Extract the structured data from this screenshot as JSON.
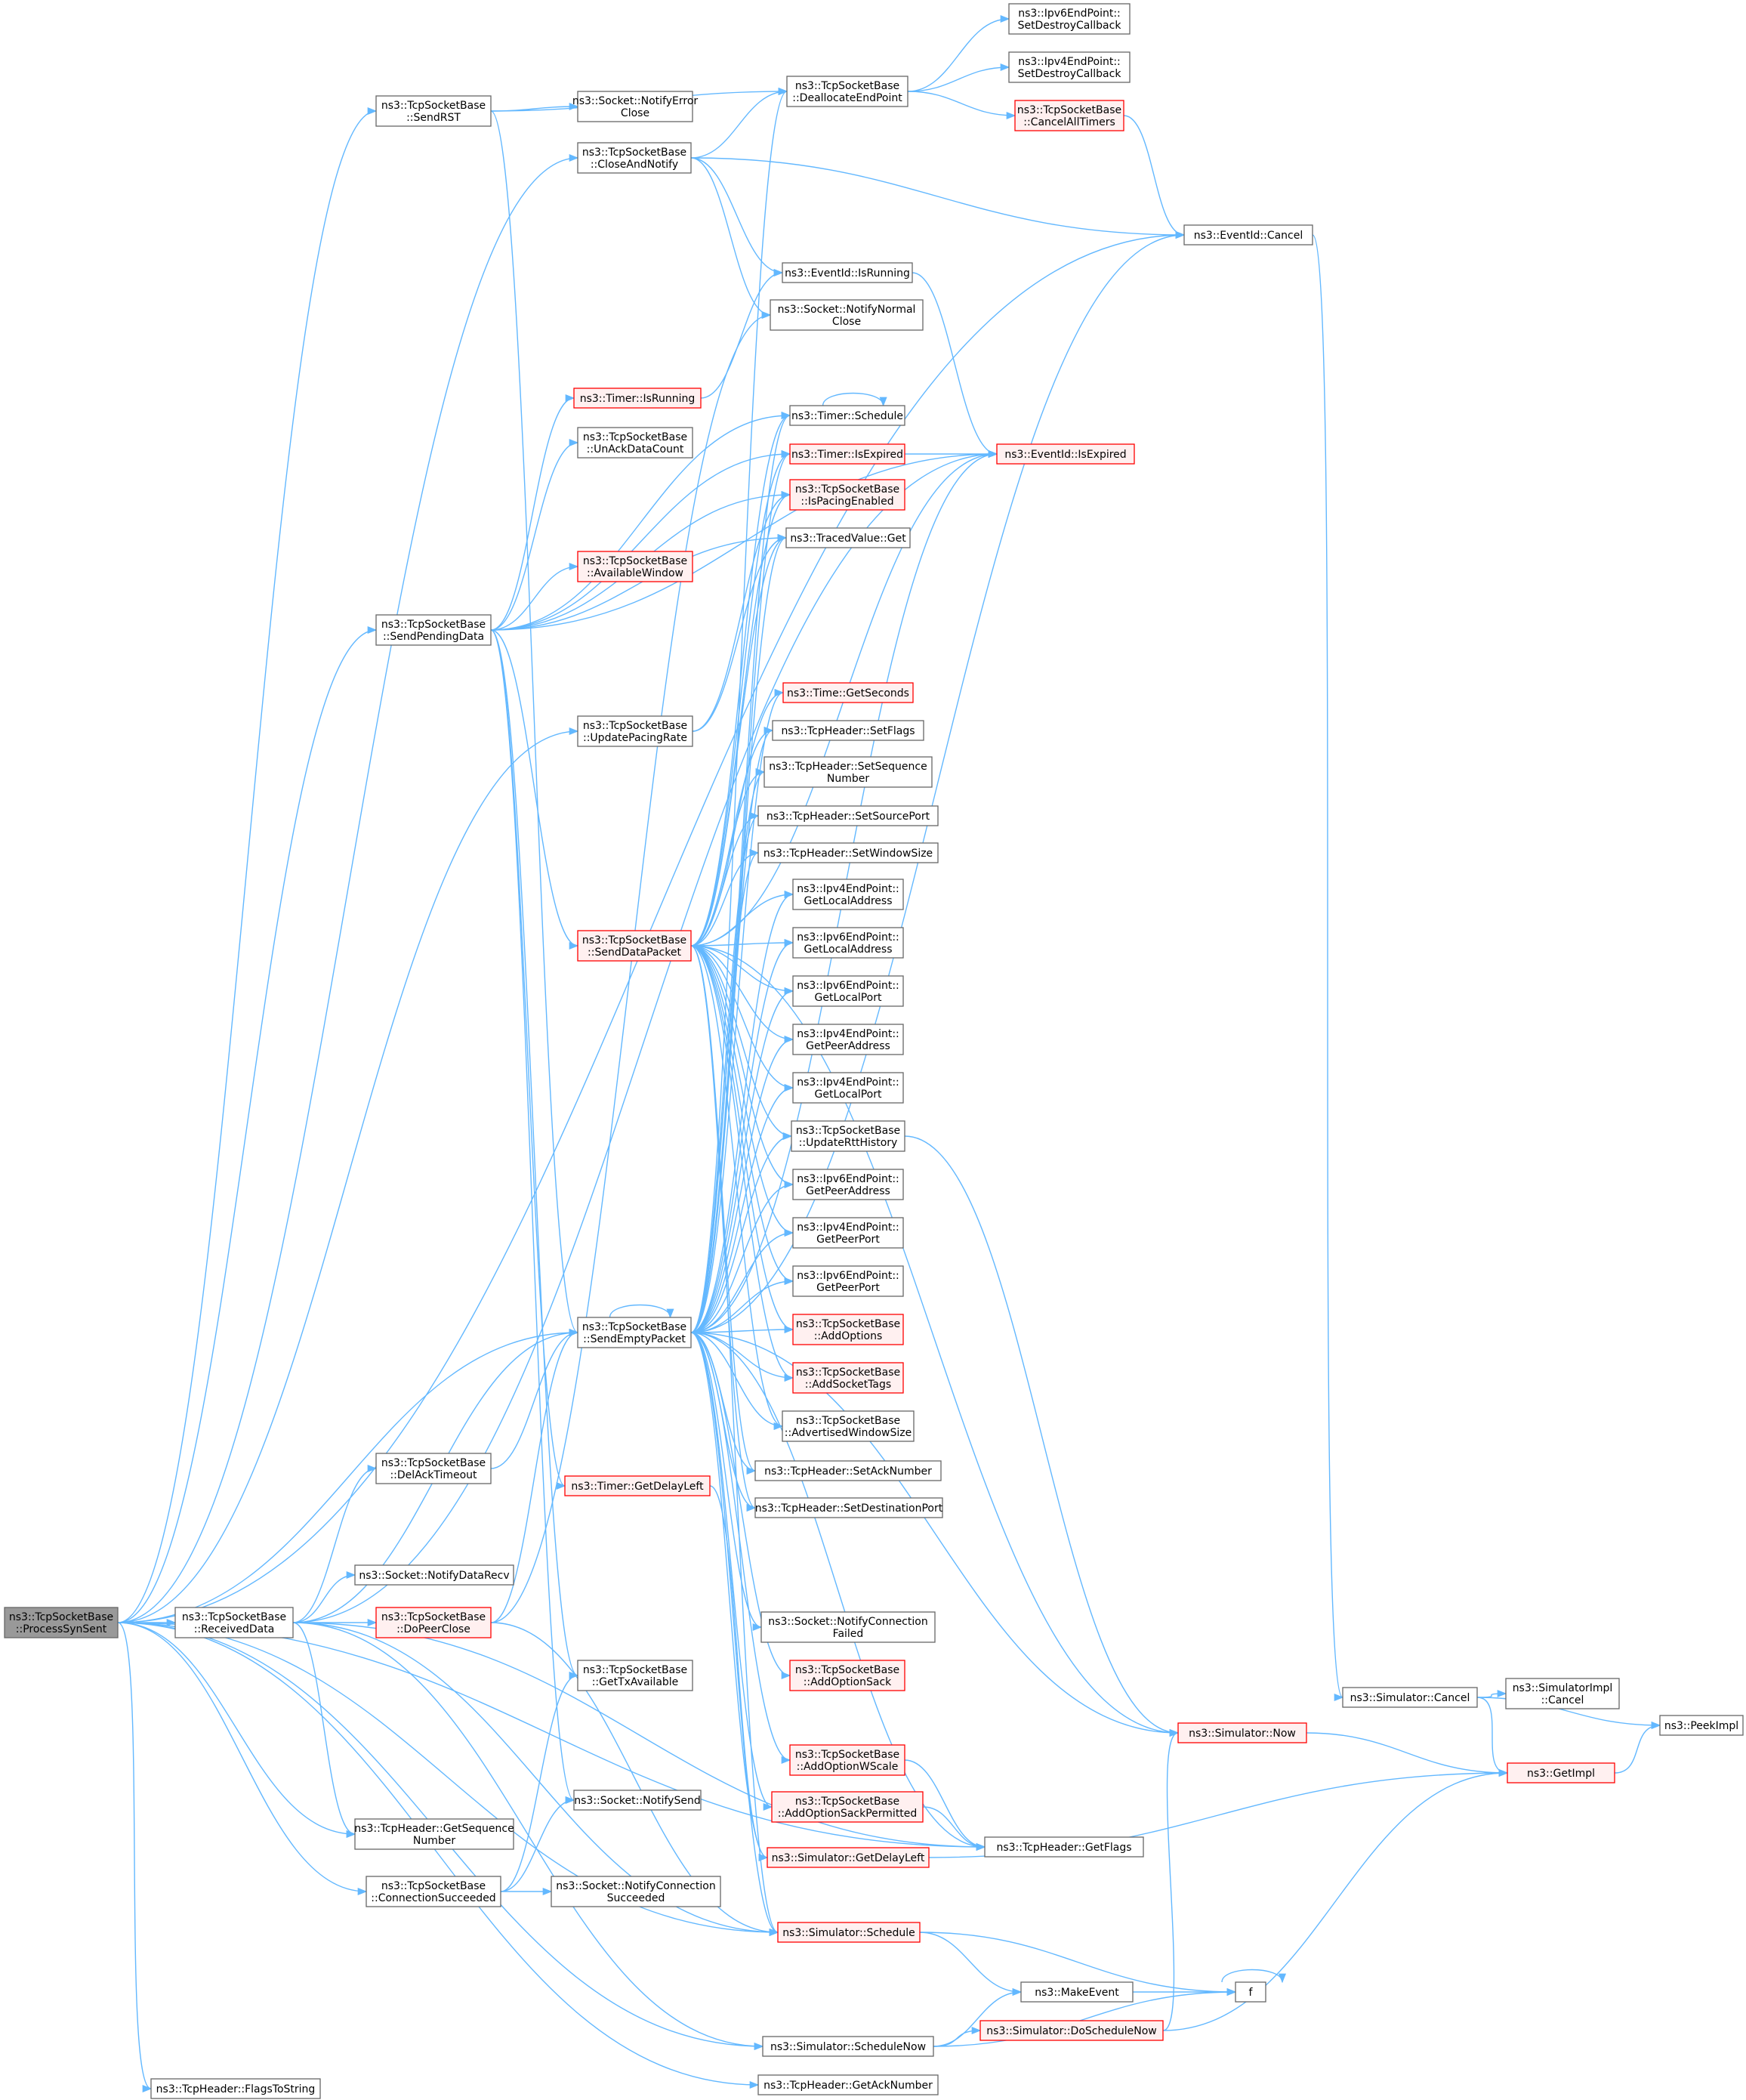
{
  "colors": {
    "edge": "#63b8ff",
    "node_border": "#666666",
    "node_border_highlight": "#ff0000",
    "node_fill": "#ffffff",
    "node_fill_highlight": "#fff0f0",
    "root_fill": "#999999"
  },
  "nodes": [
    {
      "id": "ProcessSynSent",
      "lines": [
        "ns3::TcpSocketBase",
        "::ProcessSynSent"
      ],
      "style": "root"
    },
    {
      "id": "SendRST",
      "lines": [
        "ns3::TcpSocketBase",
        "::SendRST"
      ],
      "style": "normal"
    },
    {
      "id": "CloseAndNotify",
      "lines": [
        "ns3::TcpSocketBase",
        "::CloseAndNotify"
      ],
      "style": "normal"
    },
    {
      "id": "SendPendingData",
      "lines": [
        "ns3::TcpSocketBase",
        "::SendPendingData"
      ],
      "style": "normal"
    },
    {
      "id": "UpdatePacingRate",
      "lines": [
        "ns3::TcpSocketBase",
        "::UpdatePacingRate"
      ],
      "style": "normal"
    },
    {
      "id": "ReceivedData",
      "lines": [
        "ns3::TcpSocketBase",
        "::ReceivedData"
      ],
      "style": "normal"
    },
    {
      "id": "SendEmptyPacket",
      "lines": [
        "ns3::TcpSocketBase",
        "::SendEmptyPacket"
      ],
      "style": "normal"
    },
    {
      "id": "DelAckTimeout",
      "lines": [
        "ns3::TcpSocketBase",
        "::DelAckTimeout"
      ],
      "style": "normal"
    },
    {
      "id": "NotifyDataRecv",
      "lines": [
        "ns3::Socket::NotifyDataRecv"
      ],
      "style": "normal"
    },
    {
      "id": "DoPeerClose",
      "lines": [
        "ns3::TcpSocketBase",
        "::DoPeerClose"
      ],
      "style": "red"
    },
    {
      "id": "GetTxAvailable",
      "lines": [
        "ns3::TcpSocketBase",
        "::GetTxAvailable"
      ],
      "style": "normal"
    },
    {
      "id": "NotifySend",
      "lines": [
        "ns3::Socket::NotifySend"
      ],
      "style": "normal"
    },
    {
      "id": "GetSequenceNumber",
      "lines": [
        "ns3::TcpHeader::GetSequence",
        "Number"
      ],
      "style": "normal"
    },
    {
      "id": "ConnectionSucceeded",
      "lines": [
        "ns3::TcpSocketBase",
        "::ConnectionSucceeded"
      ],
      "style": "normal"
    },
    {
      "id": "NotifyConnectionSucceeded",
      "lines": [
        "ns3::Socket::NotifyConnection",
        "Succeeded"
      ],
      "style": "normal"
    },
    {
      "id": "FlagsToString",
      "lines": [
        "ns3::TcpHeader::FlagsToString"
      ],
      "style": "normal"
    },
    {
      "id": "NotifyErrorClose",
      "lines": [
        "ns3::Socket::NotifyError",
        "Close"
      ],
      "style": "normal"
    },
    {
      "id": "TimerIsRunning",
      "lines": [
        "ns3::Timer::IsRunning"
      ],
      "style": "red"
    },
    {
      "id": "UnAckDataCount",
      "lines": [
        "ns3::TcpSocketBase",
        "::UnAckDataCount"
      ],
      "style": "normal"
    },
    {
      "id": "AvailableWindow",
      "lines": [
        "ns3::TcpSocketBase",
        "::AvailableWindow"
      ],
      "style": "red"
    },
    {
      "id": "SendDataPacket",
      "lines": [
        "ns3::TcpSocketBase",
        "::SendDataPacket"
      ],
      "style": "red"
    },
    {
      "id": "TimerGetDelayLeft",
      "lines": [
        "ns3::Timer::GetDelayLeft"
      ],
      "style": "red"
    },
    {
      "id": "DeallocateEndPoint",
      "lines": [
        "ns3::TcpSocketBase",
        "::DeallocateEndPoint"
      ],
      "style": "normal"
    },
    {
      "id": "EventIdIsRunning",
      "lines": [
        "ns3::EventId::IsRunning"
      ],
      "style": "normal"
    },
    {
      "id": "NotifyNormalClose",
      "lines": [
        "ns3::Socket::NotifyNormal",
        "Close"
      ],
      "style": "normal"
    },
    {
      "id": "TimerSchedule",
      "lines": [
        "ns3::Timer::Schedule"
      ],
      "style": "normal"
    },
    {
      "id": "TimerIsExpired",
      "lines": [
        "ns3::Timer::IsExpired"
      ],
      "style": "red"
    },
    {
      "id": "IsPacingEnabled",
      "lines": [
        "ns3::TcpSocketBase",
        "::IsPacingEnabled"
      ],
      "style": "red"
    },
    {
      "id": "TracedValueGet",
      "lines": [
        "ns3::TracedValue::Get"
      ],
      "style": "normal"
    },
    {
      "id": "TimeGetSeconds",
      "lines": [
        "ns3::Time::GetSeconds"
      ],
      "style": "red"
    },
    {
      "id": "SetFlags",
      "lines": [
        "ns3::TcpHeader::SetFlags"
      ],
      "style": "normal"
    },
    {
      "id": "SetSequenceNumber",
      "lines": [
        "ns3::TcpHeader::SetSequence",
        "Number"
      ],
      "style": "normal"
    },
    {
      "id": "SetSourcePort",
      "lines": [
        "ns3::TcpHeader::SetSourcePort"
      ],
      "style": "normal"
    },
    {
      "id": "SetWindowSize",
      "lines": [
        "ns3::TcpHeader::SetWindowSize"
      ],
      "style": "normal"
    },
    {
      "id": "Ipv4GetLocalAddress",
      "lines": [
        "ns3::Ipv4EndPoint::",
        "GetLocalAddress"
      ],
      "style": "normal"
    },
    {
      "id": "Ipv6GetLocalAddress",
      "lines": [
        "ns3::Ipv6EndPoint::",
        "GetLocalAddress"
      ],
      "style": "normal"
    },
    {
      "id": "Ipv6GetLocalPort",
      "lines": [
        "ns3::Ipv6EndPoint::",
        "GetLocalPort"
      ],
      "style": "normal"
    },
    {
      "id": "Ipv4GetPeerAddress",
      "lines": [
        "ns3::Ipv4EndPoint::",
        "GetPeerAddress"
      ],
      "style": "normal"
    },
    {
      "id": "Ipv4GetLocalPort",
      "lines": [
        "ns3::Ipv4EndPoint::",
        "GetLocalPort"
      ],
      "style": "normal"
    },
    {
      "id": "UpdateRttHistory",
      "lines": [
        "ns3::TcpSocketBase",
        "::UpdateRttHistory"
      ],
      "style": "normal"
    },
    {
      "id": "Ipv6GetPeerAddress",
      "lines": [
        "ns3::Ipv6EndPoint::",
        "GetPeerAddress"
      ],
      "style": "normal"
    },
    {
      "id": "Ipv4GetPeerPort",
      "lines": [
        "ns3::Ipv4EndPoint::",
        "GetPeerPort"
      ],
      "style": "normal"
    },
    {
      "id": "Ipv6GetPeerPort",
      "lines": [
        "ns3::Ipv6EndPoint::",
        "GetPeerPort"
      ],
      "style": "normal"
    },
    {
      "id": "AddOptions",
      "lines": [
        "ns3::TcpSocketBase",
        "::AddOptions"
      ],
      "style": "red"
    },
    {
      "id": "AddSocketTags",
      "lines": [
        "ns3::TcpSocketBase",
        "::AddSocketTags"
      ],
      "style": "red"
    },
    {
      "id": "AdvertisedWindowSize",
      "lines": [
        "ns3::TcpSocketBase",
        "::AdvertisedWindowSize"
      ],
      "style": "normal"
    },
    {
      "id": "SetAckNumber",
      "lines": [
        "ns3::TcpHeader::SetAckNumber"
      ],
      "style": "normal"
    },
    {
      "id": "SetDestinationPort",
      "lines": [
        "ns3::TcpHeader::SetDestinationPort"
      ],
      "style": "normal"
    },
    {
      "id": "NotifyConnectionFailed",
      "lines": [
        "ns3::Socket::NotifyConnection",
        "Failed"
      ],
      "style": "normal"
    },
    {
      "id": "AddOptionSack",
      "lines": [
        "ns3::TcpSocketBase",
        "::AddOptionSack"
      ],
      "style": "red"
    },
    {
      "id": "AddOptionWScale",
      "lines": [
        "ns3::TcpSocketBase",
        "::AddOptionWScale"
      ],
      "style": "red"
    },
    {
      "id": "AddOptionSackPermitted",
      "lines": [
        "ns3::TcpSocketBase",
        "::AddOptionSackPermitted"
      ],
      "style": "red"
    },
    {
      "id": "SimGetDelayLeft",
      "lines": [
        "ns3::Simulator::GetDelayLeft"
      ],
      "style": "red"
    },
    {
      "id": "SimSchedule",
      "lines": [
        "ns3::Simulator::Schedule"
      ],
      "style": "red"
    },
    {
      "id": "ScheduleNow",
      "lines": [
        "ns3::Simulator::ScheduleNow"
      ],
      "style": "normal"
    },
    {
      "id": "GetAckNumber",
      "lines": [
        "ns3::TcpHeader::GetAckNumber"
      ],
      "style": "normal"
    },
    {
      "id": "Ipv6SetDestroyCallback",
      "lines": [
        "ns3::Ipv6EndPoint::",
        "SetDestroyCallback"
      ],
      "style": "normal"
    },
    {
      "id": "Ipv4SetDestroyCallback",
      "lines": [
        "ns3::Ipv4EndPoint::",
        "SetDestroyCallback"
      ],
      "style": "normal"
    },
    {
      "id": "CancelAllTimers",
      "lines": [
        "ns3::TcpSocketBase",
        "::CancelAllTimers"
      ],
      "style": "red"
    },
    {
      "id": "EventIdCancel",
      "lines": [
        "ns3::EventId::Cancel"
      ],
      "style": "normal"
    },
    {
      "id": "EventIdIsExpired",
      "lines": [
        "ns3::EventId::IsExpired"
      ],
      "style": "red"
    },
    {
      "id": "SimNow",
      "lines": [
        "ns3::Simulator::Now"
      ],
      "style": "red"
    },
    {
      "id": "GetFlags",
      "lines": [
        "ns3::TcpHeader::GetFlags"
      ],
      "style": "normal"
    },
    {
      "id": "MakeEvent",
      "lines": [
        "ns3::MakeEvent"
      ],
      "style": "normal"
    },
    {
      "id": "DoScheduleNow",
      "lines": [
        "ns3::Simulator::DoScheduleNow"
      ],
      "style": "red"
    },
    {
      "id": "f",
      "lines": [
        "f"
      ],
      "style": "normal"
    },
    {
      "id": "SimCancel",
      "lines": [
        "ns3::Simulator::Cancel"
      ],
      "style": "normal"
    },
    {
      "id": "SimImplCancel",
      "lines": [
        "ns3::SimulatorImpl",
        "::Cancel"
      ],
      "style": "normal"
    },
    {
      "id": "GetImpl",
      "lines": [
        "ns3::GetImpl"
      ],
      "style": "red"
    },
    {
      "id": "PeekImpl",
      "lines": [
        "ns3::PeekImpl"
      ],
      "style": "normal"
    }
  ],
  "edges": [
    [
      "ProcessSynSent",
      "SendRST"
    ],
    [
      "ProcessSynSent",
      "CloseAndNotify"
    ],
    [
      "ProcessSynSent",
      "EventIdCancel"
    ],
    [
      "ProcessSynSent",
      "SendPendingData"
    ],
    [
      "ProcessSynSent",
      "UpdatePacingRate"
    ],
    [
      "ProcessSynSent",
      "ReceivedData"
    ],
    [
      "ProcessSynSent",
      "SendEmptyPacket"
    ],
    [
      "ProcessSynSent",
      "GetSequenceNumber"
    ],
    [
      "ProcessSynSent",
      "ConnectionSucceeded"
    ],
    [
      "ProcessSynSent",
      "SimSchedule"
    ],
    [
      "ProcessSynSent",
      "ScheduleNow"
    ],
    [
      "ProcessSynSent",
      "GetAckNumber"
    ],
    [
      "ProcessSynSent",
      "FlagsToString"
    ],
    [
      "ProcessSynSent",
      "GetFlags"
    ],
    [
      "SendRST",
      "DeallocateEndPoint"
    ],
    [
      "SendRST",
      "NotifyErrorClose"
    ],
    [
      "SendRST",
      "SendEmptyPacket"
    ],
    [
      "CloseAndNotify",
      "DeallocateEndPoint"
    ],
    [
      "CloseAndNotify",
      "EventIdCancel"
    ],
    [
      "CloseAndNotify",
      "EventIdIsRunning"
    ],
    [
      "CloseAndNotify",
      "NotifyNormalClose"
    ],
    [
      "SendPendingData",
      "TimerIsRunning"
    ],
    [
      "SendPendingData",
      "UnAckDataCount"
    ],
    [
      "SendPendingData",
      "AvailableWindow"
    ],
    [
      "SendPendingData",
      "SendDataPacket"
    ],
    [
      "SendPendingData",
      "TimerSchedule"
    ],
    [
      "SendPendingData",
      "TimerIsExpired"
    ],
    [
      "SendPendingData",
      "IsPacingEnabled"
    ],
    [
      "SendPendingData",
      "TracedValueGet"
    ],
    [
      "SendPendingData",
      "EventIdIsExpired"
    ],
    [
      "SendPendingData",
      "TimerGetDelayLeft"
    ],
    [
      "SendPendingData",
      "GetTxAvailable"
    ],
    [
      "SendPendingData",
      "NotifySend"
    ],
    [
      "UpdatePacingRate",
      "IsPacingEnabled"
    ],
    [
      "UpdatePacingRate",
      "TracedValueGet"
    ],
    [
      "ReceivedData",
      "SendEmptyPacket"
    ],
    [
      "ReceivedData",
      "DelAckTimeout"
    ],
    [
      "ReceivedData",
      "NotifyDataRecv"
    ],
    [
      "ReceivedData",
      "DoPeerClose"
    ],
    [
      "ReceivedData",
      "GetSequenceNumber"
    ],
    [
      "ReceivedData",
      "SimSchedule"
    ],
    [
      "ReceivedData",
      "EventIdIsExpired"
    ],
    [
      "ReceivedData",
      "ScheduleNow"
    ],
    [
      "ReceivedData",
      "GetFlags"
    ],
    [
      "DelAckTimeout",
      "SendEmptyPacket"
    ],
    [
      "DoPeerClose",
      "SendEmptyPacket"
    ],
    [
      "DoPeerClose",
      "NotifyNormalClose"
    ],
    [
      "DoPeerClose",
      "SimSchedule"
    ],
    [
      "ConnectionSucceeded",
      "NotifyConnectionSucceeded"
    ],
    [
      "ConnectionSucceeded",
      "GetTxAvailable"
    ],
    [
      "ConnectionSucceeded",
      "NotifySend"
    ],
    [
      "TimerIsRunning",
      "EventIdIsRunning"
    ],
    [
      "SendDataPacket",
      "TimerSchedule"
    ],
    [
      "SendDataPacket",
      "TimerIsExpired"
    ],
    [
      "SendDataPacket",
      "IsPacingEnabled"
    ],
    [
      "SendDataPacket",
      "TracedValueGet"
    ],
    [
      "SendDataPacket",
      "TimeGetSeconds"
    ],
    [
      "SendDataPacket",
      "SetFlags"
    ],
    [
      "SendDataPacket",
      "SetSequenceNumber"
    ],
    [
      "SendDataPacket",
      "SetSourcePort"
    ],
    [
      "SendDataPacket",
      "SetWindowSize"
    ],
    [
      "SendDataPacket",
      "Ipv4GetLocalAddress"
    ],
    [
      "SendDataPacket",
      "Ipv6GetLocalAddress"
    ],
    [
      "SendDataPacket",
      "Ipv6GetLocalPort"
    ],
    [
      "SendDataPacket",
      "Ipv4GetPeerAddress"
    ],
    [
      "SendDataPacket",
      "Ipv4GetLocalPort"
    ],
    [
      "SendDataPacket",
      "UpdateRttHistory"
    ],
    [
      "SendDataPacket",
      "Ipv6GetPeerAddress"
    ],
    [
      "SendDataPacket",
      "Ipv4GetPeerPort"
    ],
    [
      "SendDataPacket",
      "Ipv6GetPeerPort"
    ],
    [
      "SendDataPacket",
      "AddOptions"
    ],
    [
      "SendDataPacket",
      "AddSocketTags"
    ],
    [
      "SendDataPacket",
      "AdvertisedWindowSize"
    ],
    [
      "SendDataPacket",
      "SetAckNumber"
    ],
    [
      "SendDataPacket",
      "SetDestinationPort"
    ],
    [
      "SendDataPacket",
      "SimSchedule"
    ],
    [
      "SendDataPacket",
      "SimNow"
    ],
    [
      "SendDataPacket",
      "EventIdIsExpired"
    ],
    [
      "SendEmptyPacket",
      "SendEmptyPacket"
    ],
    [
      "SendEmptyPacket",
      "DeallocateEndPoint"
    ],
    [
      "SendEmptyPacket",
      "EventIdCancel"
    ],
    [
      "SendEmptyPacket",
      "TimerSchedule"
    ],
    [
      "SendEmptyPacket",
      "TimerIsExpired"
    ],
    [
      "SendEmptyPacket",
      "TracedValueGet"
    ],
    [
      "SendEmptyPacket",
      "TimeGetSeconds"
    ],
    [
      "SendEmptyPacket",
      "SetFlags"
    ],
    [
      "SendEmptyPacket",
      "SetSequenceNumber"
    ],
    [
      "SendEmptyPacket",
      "SetSourcePort"
    ],
    [
      "SendEmptyPacket",
      "SetWindowSize"
    ],
    [
      "SendEmptyPacket",
      "Ipv4GetLocalAddress"
    ],
    [
      "SendEmptyPacket",
      "Ipv6GetLocalAddress"
    ],
    [
      "SendEmptyPacket",
      "Ipv6GetLocalPort"
    ],
    [
      "SendEmptyPacket",
      "Ipv4GetPeerAddress"
    ],
    [
      "SendEmptyPacket",
      "Ipv4GetLocalPort"
    ],
    [
      "SendEmptyPacket",
      "UpdateRttHistory"
    ],
    [
      "SendEmptyPacket",
      "Ipv6GetPeerAddress"
    ],
    [
      "SendEmptyPacket",
      "Ipv4GetPeerPort"
    ],
    [
      "SendEmptyPacket",
      "Ipv6GetPeerPort"
    ],
    [
      "SendEmptyPacket",
      "AddOptions"
    ],
    [
      "SendEmptyPacket",
      "AddSocketTags"
    ],
    [
      "SendEmptyPacket",
      "AdvertisedWindowSize"
    ],
    [
      "SendEmptyPacket",
      "SetAckNumber"
    ],
    [
      "SendEmptyPacket",
      "SetDestinationPort"
    ],
    [
      "SendEmptyPacket",
      "NotifyConnectionFailed"
    ],
    [
      "SendEmptyPacket",
      "AddOptionSack"
    ],
    [
      "SendEmptyPacket",
      "AddOptionWScale"
    ],
    [
      "SendEmptyPacket",
      "AddOptionSackPermitted"
    ],
    [
      "SendEmptyPacket",
      "SimGetDelayLeft"
    ],
    [
      "SendEmptyPacket",
      "SimSchedule"
    ],
    [
      "SendEmptyPacket",
      "SimNow"
    ],
    [
      "SendEmptyPacket",
      "GetFlags"
    ],
    [
      "SendEmptyPacket",
      "EventIdIsExpired"
    ],
    [
      "TimerGetDelayLeft",
      "SimGetDelayLeft"
    ],
    [
      "DeallocateEndPoint",
      "Ipv6SetDestroyCallback"
    ],
    [
      "DeallocateEndPoint",
      "Ipv4SetDestroyCallback"
    ],
    [
      "DeallocateEndPoint",
      "CancelAllTimers"
    ],
    [
      "CancelAllTimers",
      "EventIdCancel"
    ],
    [
      "EventIdIsRunning",
      "EventIdIsExpired"
    ],
    [
      "TimerSchedule",
      "TimerSchedule"
    ],
    [
      "TimerIsExpired",
      "EventIdIsExpired"
    ],
    [
      "UpdateRttHistory",
      "SimNow"
    ],
    [
      "AddOptionWScale",
      "GetFlags"
    ],
    [
      "AddOptionSackPermitted",
      "GetFlags"
    ],
    [
      "SimGetDelayLeft",
      "GetImpl"
    ],
    [
      "SimSchedule",
      "MakeEvent"
    ],
    [
      "SimSchedule",
      "f"
    ],
    [
      "ScheduleNow",
      "MakeEvent"
    ],
    [
      "ScheduleNow",
      "DoScheduleNow"
    ],
    [
      "ScheduleNow",
      "f"
    ],
    [
      "DoScheduleNow",
      "GetImpl"
    ],
    [
      "DoScheduleNow",
      "SimNow"
    ],
    [
      "MakeEvent",
      "f"
    ],
    [
      "f",
      "f"
    ],
    [
      "EventIdCancel",
      "SimCancel"
    ],
    [
      "SimCancel",
      "SimImplCancel"
    ],
    [
      "SimCancel",
      "GetImpl"
    ],
    [
      "SimCancel",
      "PeekImpl"
    ],
    [
      "SimNow",
      "GetImpl"
    ],
    [
      "GetImpl",
      "PeekImpl"
    ]
  ]
}
